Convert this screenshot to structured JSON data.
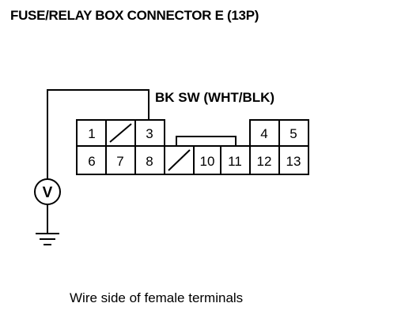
{
  "title": "FUSE/RELAY BOX CONNECTOR E (13P)",
  "wire_label": "BK SW (WHT/BLK)",
  "caption": "Wire side of female terminals",
  "meter": {
    "symbol": "V",
    "icon": "voltmeter-icon"
  },
  "ground": {
    "icon": "ground-symbol-icon"
  },
  "pins": {
    "p1": "1",
    "p3": "3",
    "p4": "4",
    "p5": "5",
    "p6": "6",
    "p7": "7",
    "p8": "8",
    "p10": "10",
    "p11": "11",
    "p12": "12",
    "p13": "13"
  },
  "colors": {
    "line": "#000000",
    "background": "#ffffff"
  }
}
